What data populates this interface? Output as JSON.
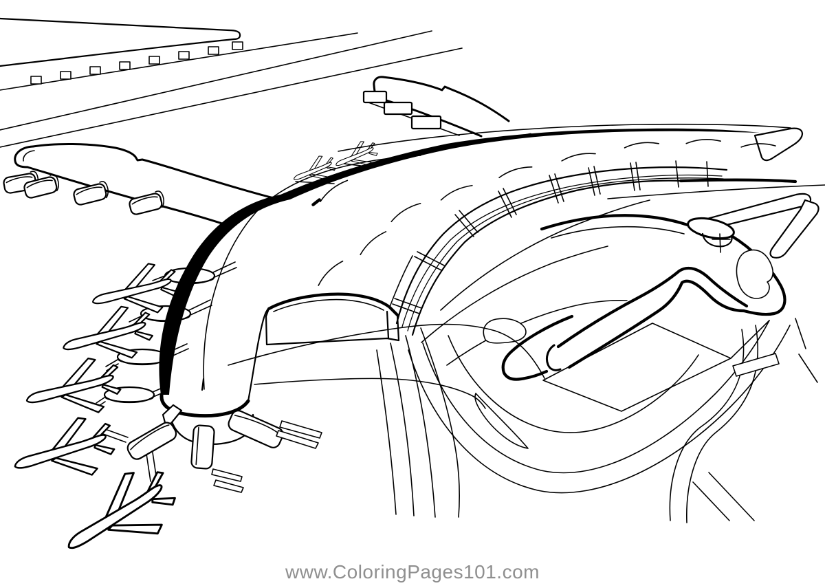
{
  "artwork": {
    "title": "Airport aerial view coloring page",
    "style": "black outline line-art on white paper",
    "elements": [
      "runway-strip",
      "runway-markers",
      "taxiway-lines",
      "north-concourse-pier",
      "west-concourse-pier",
      "curved-main-terminal",
      "terminal-entrance-canopy",
      "rotunda-gates",
      "glass-ladder-wall",
      "airplane-shaped-building",
      "parking-lot",
      "access-roads",
      "loop-road",
      "parked-airplanes"
    ],
    "airplane_count_left_column": 5,
    "airplane_count_near_top_pier": 2,
    "runway_marker_count": 8,
    "gate_pod_count": 4
  },
  "colors": {
    "ink": "#000000",
    "paper": "#ffffff",
    "watermark": "#8f8f8f"
  },
  "footer": {
    "watermark": "www.ColoringPages101.com"
  }
}
